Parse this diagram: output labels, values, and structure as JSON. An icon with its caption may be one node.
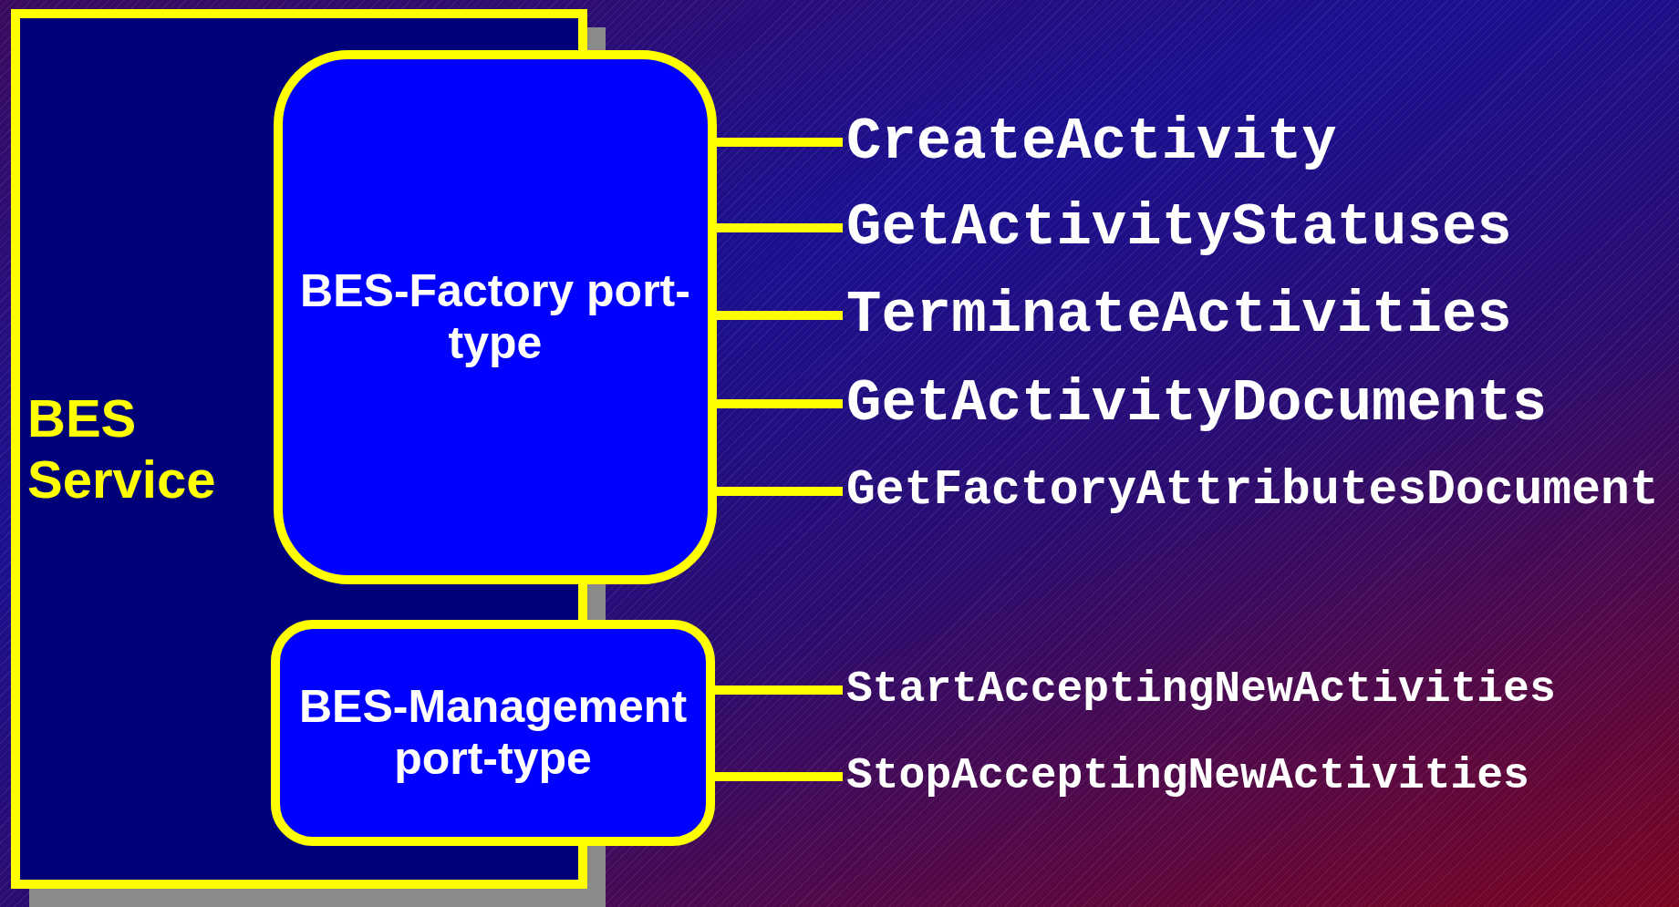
{
  "diagram": {
    "nodes": [
      {
        "text": [
          "BES Service"
        ]
      },
      {
        "text": [
          "BES-Factory port-type"
        ]
      },
      {
        "text": [
          "BES-Management port-type"
        ]
      },
      {
        "text": [
          "CreateActivity"
        ]
      },
      {
        "text": [
          "GetActivityStatuses"
        ]
      },
      {
        "text": [
          "TerminateActivities"
        ]
      },
      {
        "text": [
          "GetActivityDocuments"
        ]
      },
      {
        "text": [
          "GetFactoryAttributesDocument"
        ]
      },
      {
        "text": [
          "StartAcceptingNewActivities"
        ]
      },
      {
        "text": [
          "StopAcceptingNewActivities"
        ]
      }
    ],
    "edges": [
      {
        "from": 1,
        "to": 3,
        "arrow": "none"
      },
      {
        "from": 1,
        "to": 4,
        "arrow": "none"
      },
      {
        "from": 1,
        "to": 5,
        "arrow": "none"
      },
      {
        "from": 1,
        "to": 6,
        "arrow": "none"
      },
      {
        "from": 1,
        "to": 7,
        "arrow": "none"
      },
      {
        "from": 2,
        "to": 8,
        "arrow": "none"
      },
      {
        "from": 2,
        "to": 9,
        "arrow": "none"
      }
    ]
  }
}
